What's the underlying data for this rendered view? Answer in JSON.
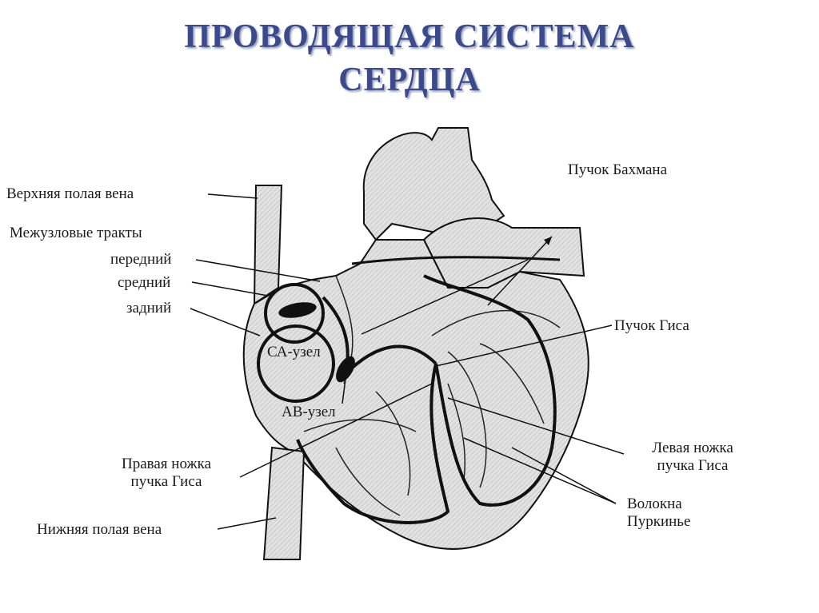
{
  "title": {
    "line1": "ПРОВОДЯЩАЯ  СИСТЕМА",
    "line2": "СЕРДЦА"
  },
  "labels": {
    "superior_vena_cava": "Верхняя полая вена",
    "internodal_tracts": "Межузловые тракты",
    "anterior": "передний",
    "middle": "средний",
    "posterior": "задний",
    "sa_node": "СА-узел",
    "av_node": "АВ-узел",
    "right_bundle_line1": "Правая ножка",
    "right_bundle_line2": "пучка Гиса",
    "inferior_vena_cava": "Нижняя полая вена",
    "bachmann": "Пучок Бахмана",
    "his_bundle": "Пучок Гиса",
    "left_bundle_line1": "Левая ножка",
    "left_bundle_line2": "пучка Гиса",
    "purkinje_line1": "Волокна",
    "purkinje_line2": "Пуркинье"
  },
  "colors": {
    "title": "#3a4a8c",
    "title_shadow": "#9aa3b8",
    "tissue": "#e4e4e4",
    "outline": "#111111"
  }
}
